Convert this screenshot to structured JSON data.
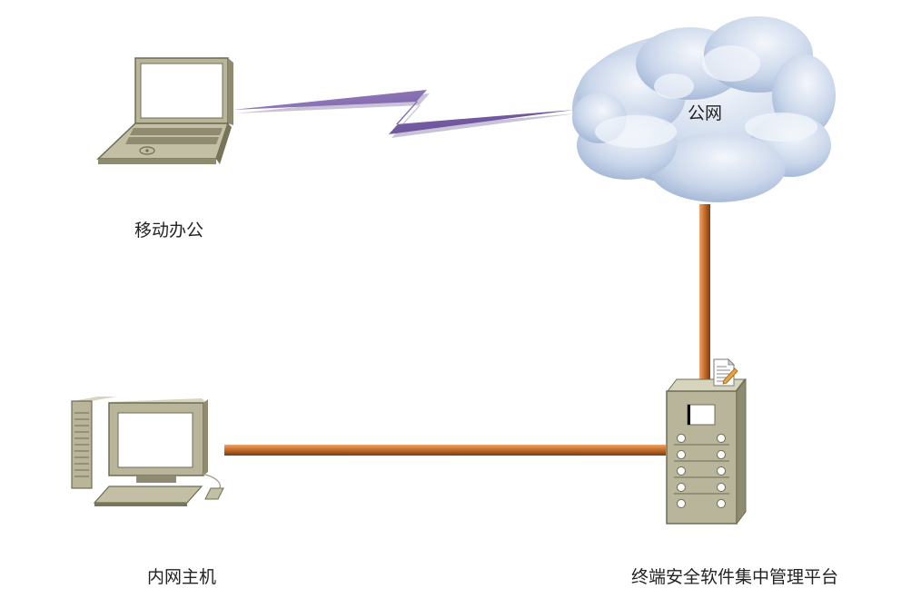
{
  "nodes": {
    "mobile_office": {
      "label": "移动办公"
    },
    "public_network": {
      "label": "公网"
    },
    "intranet_host": {
      "label": "内网主机"
    },
    "management_platform": {
      "label": "终端安全软件集中管理平台"
    }
  },
  "edges": [
    {
      "from": "mobile_office",
      "to": "public_network",
      "style": "wireless"
    },
    {
      "from": "public_network",
      "to": "management_platform",
      "style": "cable"
    },
    {
      "from": "intranet_host",
      "to": "management_platform",
      "style": "cable"
    }
  ],
  "colors": {
    "cable": "#c8702e",
    "wireless": "#7b5ea8",
    "device_body": "#b8b59a",
    "device_dark": "#6f6c55",
    "cloud": "#c3d1e8"
  },
  "icons": {
    "mobile_office": "laptop-icon",
    "public_network": "cloud-icon",
    "intranet_host": "desktop-computer-icon",
    "management_platform": "server-icon",
    "server_badge": "document-edit-icon"
  }
}
